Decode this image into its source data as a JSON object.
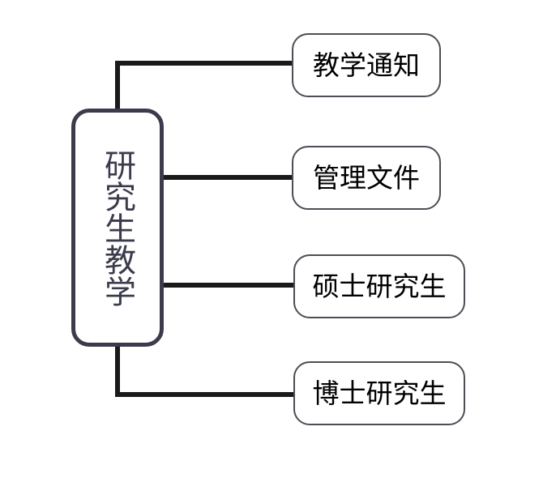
{
  "diagram": {
    "type": "hierarchy-tree",
    "orientation": "left-root-right-leaves",
    "background_color": "#ffffff",
    "root": {
      "label": "研究生教学",
      "text_color": "#3b3b4c",
      "border_color": "#3b3b4c",
      "fill_color": "#ffffff",
      "text_direction": "vertical"
    },
    "leaves": [
      {
        "label": "教学通知",
        "text_color": "#000000",
        "border_color": "#4d4d55",
        "fill_color": "#ffffff"
      },
      {
        "label": "管理文件",
        "text_color": "#000000",
        "border_color": "#4d4d55",
        "fill_color": "#ffffff"
      },
      {
        "label": "硕士研究生",
        "text_color": "#000000",
        "border_color": "#4d4d55",
        "fill_color": "#ffffff"
      },
      {
        "label": "博士研究生",
        "text_color": "#000000",
        "border_color": "#4d4d55",
        "fill_color": "#ffffff"
      }
    ],
    "connectors": {
      "line_color": "#1a1a1a",
      "count": 4
    }
  }
}
